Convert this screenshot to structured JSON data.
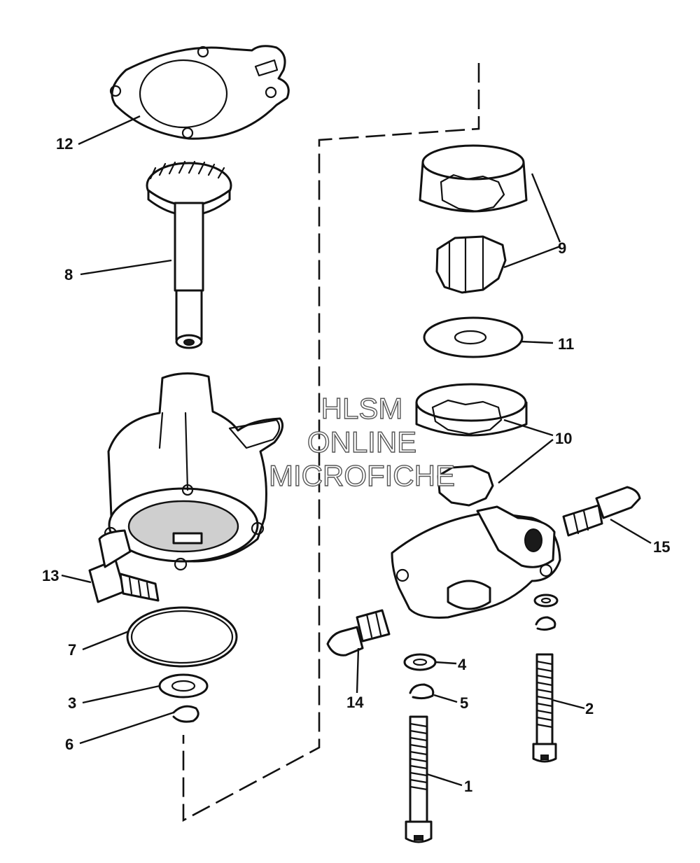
{
  "callouts": [
    {
      "id": "1",
      "label": "1"
    },
    {
      "id": "2",
      "label": "2"
    },
    {
      "id": "3",
      "label": "3"
    },
    {
      "id": "4",
      "label": "4"
    },
    {
      "id": "5",
      "label": "5"
    },
    {
      "id": "6",
      "label": "6"
    },
    {
      "id": "7",
      "label": "7"
    },
    {
      "id": "8",
      "label": "8"
    },
    {
      "id": "9",
      "label": "9"
    },
    {
      "id": "10",
      "label": "10"
    },
    {
      "id": "11",
      "label": "11"
    },
    {
      "id": "12",
      "label": "12"
    },
    {
      "id": "13",
      "label": "13"
    },
    {
      "id": "14",
      "label": "14"
    },
    {
      "id": "15",
      "label": "15"
    }
  ],
  "watermark": {
    "line1": "HLSM",
    "line2": "ONLINE",
    "line3": "MICROFICHE"
  },
  "colors": {
    "ink": "#111111",
    "paper": "#ffffff"
  }
}
